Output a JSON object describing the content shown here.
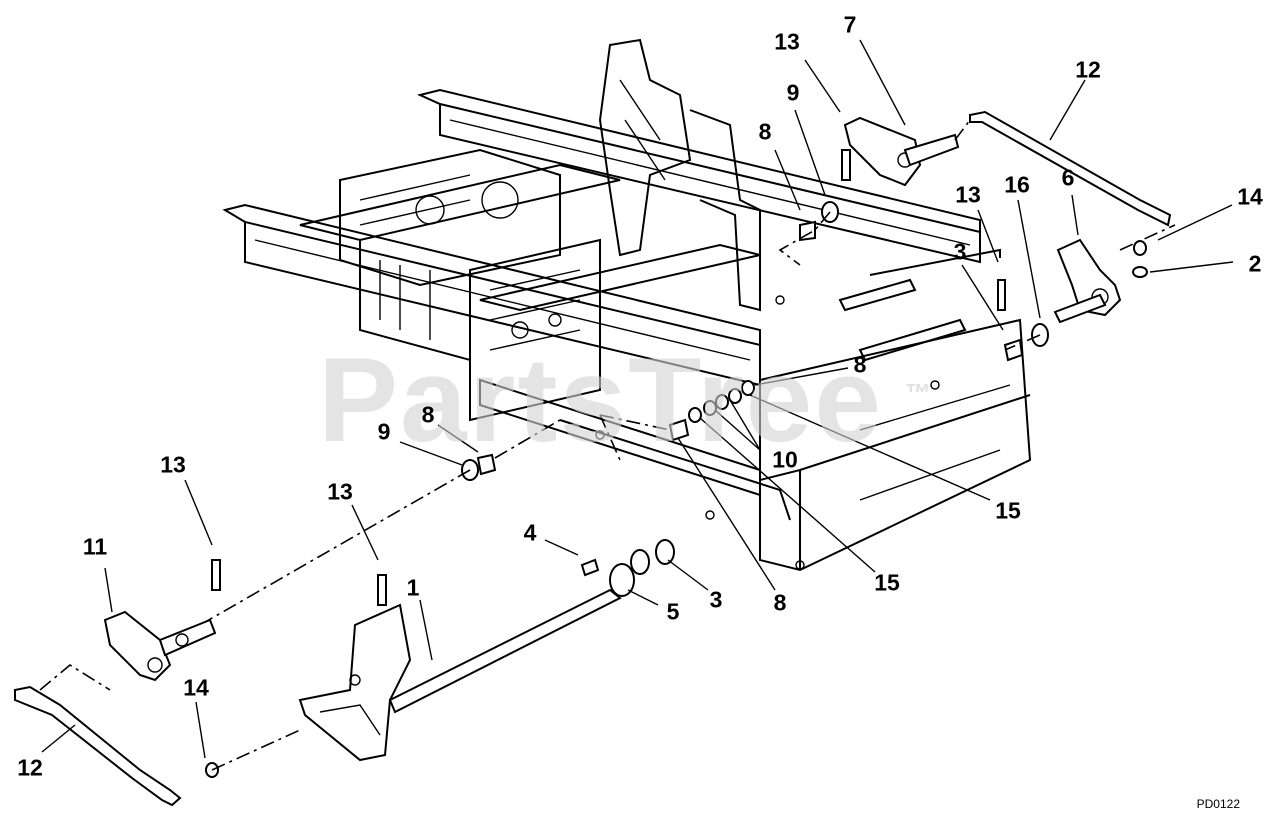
{
  "watermark": {
    "text": "PartsTree",
    "mark": "™"
  },
  "drawing_code": "PD0122",
  "callouts": [
    {
      "id": "c-13-top",
      "label": "13"
    },
    {
      "id": "c-7",
      "label": "7"
    },
    {
      "id": "c-12-top",
      "label": "12"
    },
    {
      "id": "c-9-top",
      "label": "9"
    },
    {
      "id": "c-8-top",
      "label": "8"
    },
    {
      "id": "c-13-right",
      "label": "13"
    },
    {
      "id": "c-16",
      "label": "16"
    },
    {
      "id": "c-6",
      "label": "6"
    },
    {
      "id": "c-14-right",
      "label": "14"
    },
    {
      "id": "c-3-right",
      "label": "3"
    },
    {
      "id": "c-2",
      "label": "2"
    },
    {
      "id": "c-8-mid",
      "label": "8"
    },
    {
      "id": "c-8-left",
      "label": "8"
    },
    {
      "id": "c-9-left",
      "label": "9"
    },
    {
      "id": "c-10",
      "label": "10"
    },
    {
      "id": "c-15-right",
      "label": "15"
    },
    {
      "id": "c-13-left",
      "label": "13"
    },
    {
      "id": "c-13-center",
      "label": "13"
    },
    {
      "id": "c-4",
      "label": "4"
    },
    {
      "id": "c-11",
      "label": "11"
    },
    {
      "id": "c-1",
      "label": "1"
    },
    {
      "id": "c-5",
      "label": "5"
    },
    {
      "id": "c-3-bottom",
      "label": "3"
    },
    {
      "id": "c-15-bottom",
      "label": "15"
    },
    {
      "id": "c-8-bottom",
      "label": "8"
    },
    {
      "id": "c-14-left",
      "label": "14"
    },
    {
      "id": "c-12-left",
      "label": "12"
    }
  ]
}
